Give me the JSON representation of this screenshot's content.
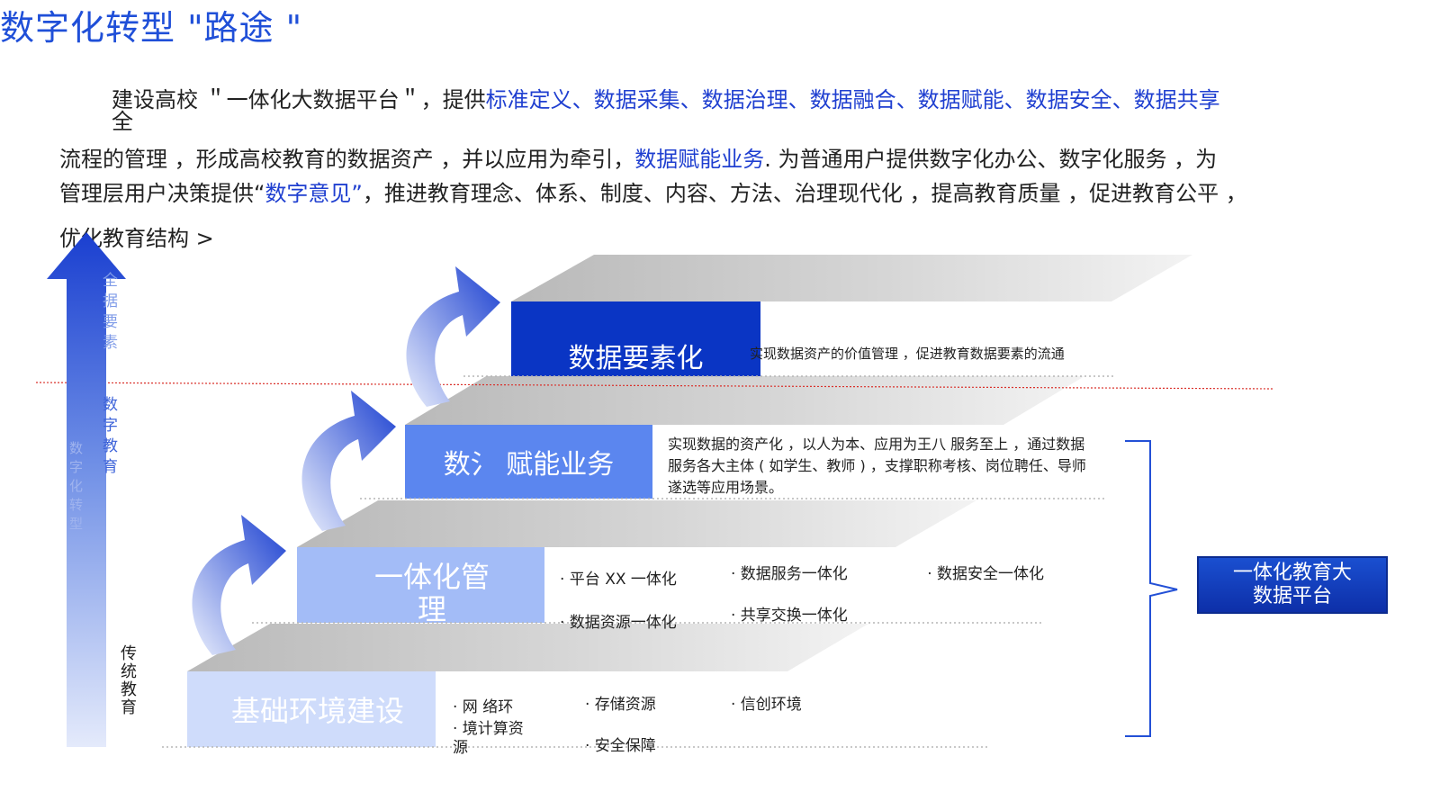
{
  "title": "数字化转型 \"路途 \"",
  "intro": {
    "line1_prefix": "建设高校 ＂一体化大数据平台＂，提供",
    "line1_highlight": "标准定义、数据采集、数据治理、数据融合、数据赋能、数据安全、数据共享",
    "line1_wrap": "全",
    "line2_prefix": "流程的管理 ，形成高校教育的数据资产 ，并以应用为牵引，",
    "line2_highlight": "数据赋能业务",
    "line2_suffix": ". 为普通用户提供数字化办公、数字化服务 ，为",
    "line3_prefix": "管理层用户决策提供“",
    "line3_highlight": "数字意见”",
    "line3_suffix": "，推进教育理念、体系、制度、内容、方法、治理现代化 ，提高教育质量 ，促进教育公平 ，",
    "line4": "优化教育结构 >"
  },
  "axis_labels": {
    "data_elements": "全据要素",
    "digital_education": "数字教育",
    "digital_transformation": "数字化转型",
    "traditional_education": "传统教育"
  },
  "steps": {
    "step4": {
      "label": "数据要素化",
      "desc": "实现数据资产的价值管理 ，促进教育数据要素的流通"
    },
    "step3": {
      "label": "数氵 赋能业务",
      "desc": "实现数据的资产化 ，以人为本、应用为王八 服务至上 ，通过数据服务各大主体 ( 如学生、教师 ) ，支撑职称考核、岗位聘任、导师遂选等应用场景。"
    },
    "step2": {
      "label": "一体化管理",
      "bullets": [
        "· 平台 XX 一体化",
        "· 数据资源一体化",
        "· 数据服务一体化",
        "· 共享交换一体化",
        "· 数据安全一体化"
      ]
    },
    "step1": {
      "label": "基础环境建设",
      "bullets": [
        "· 网 络环",
        "· 境计算资源",
        "· 存储资源",
        "· 安全保障",
        "· 信创环境"
      ]
    }
  },
  "platform": {
    "label": "一体化教育大数据平台"
  },
  "colors": {
    "title_blue": "#1f4fd8",
    "highlight_blue": "#1f3fd0",
    "step4": "#0a35c4",
    "step3": "#5b86ef",
    "step2": "#a3bcf7",
    "step1": "#cfdcfb",
    "divider_red": "#d9302a"
  }
}
